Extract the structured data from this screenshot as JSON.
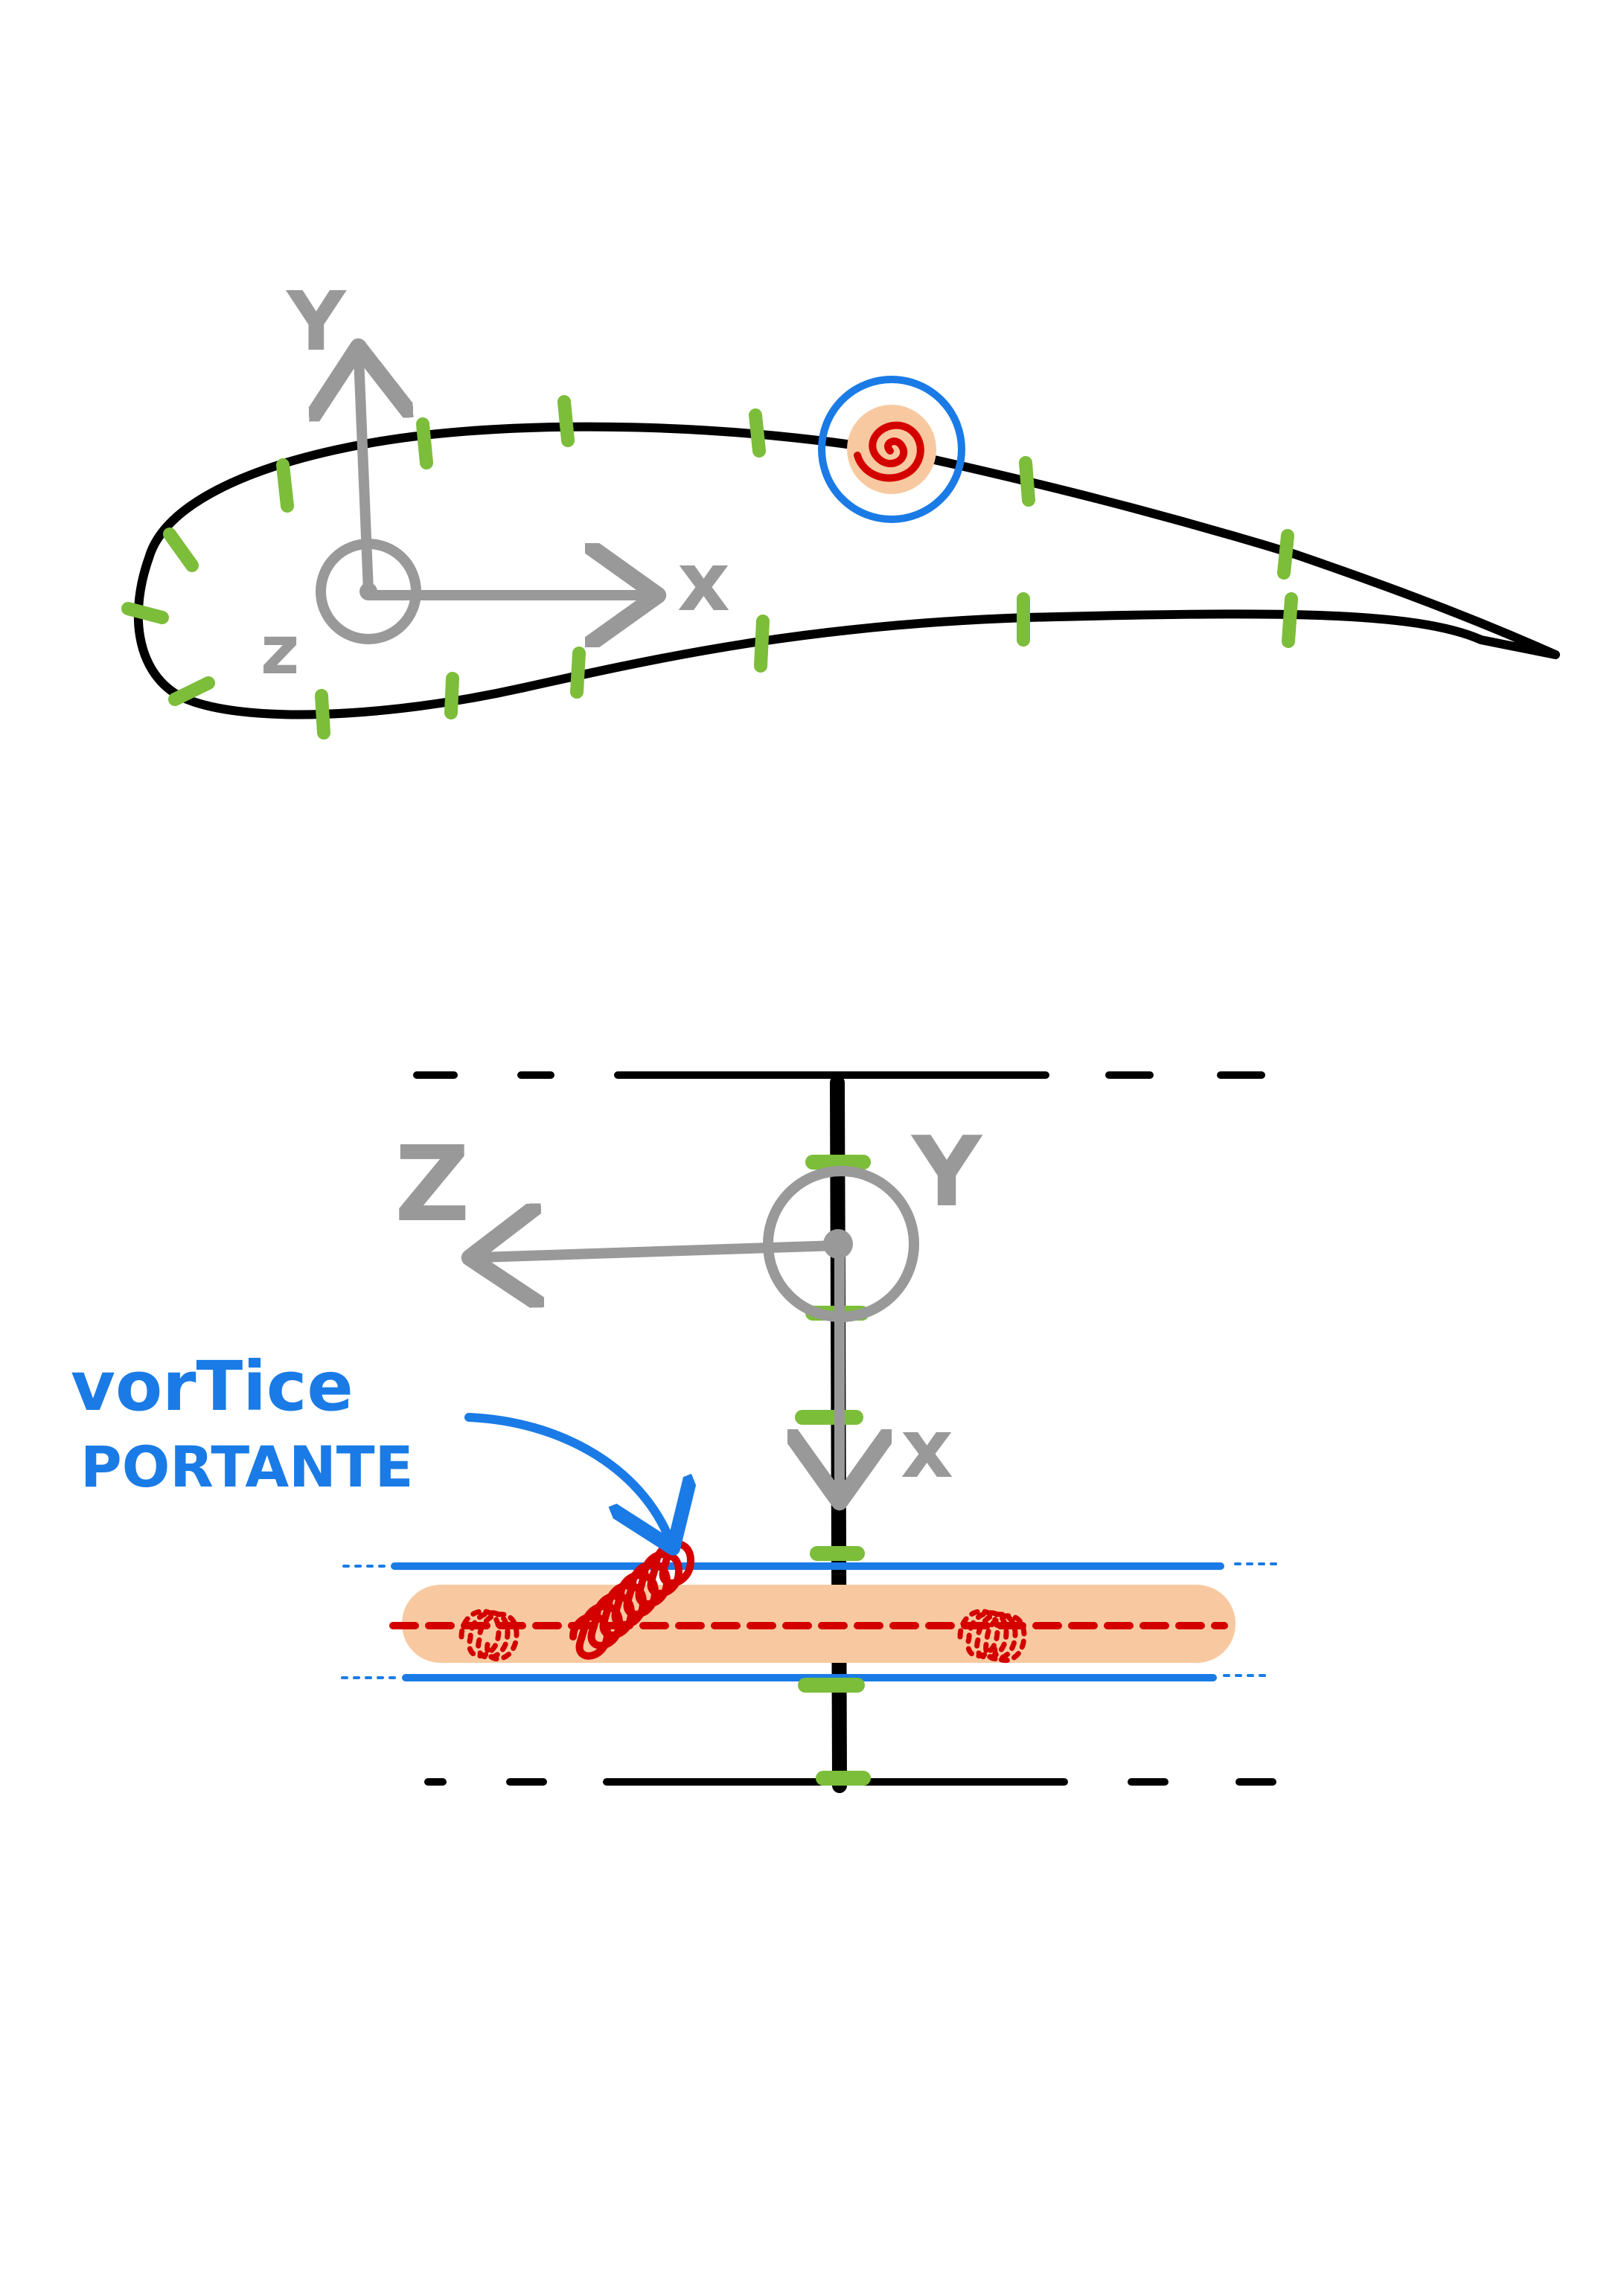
{
  "colors": {
    "outline": "#000000",
    "axis": "#999999",
    "panel_mark": "#7cbd3a",
    "vortex": "#d40000",
    "vortex_halo": "#f8c9a0",
    "control_ring": "#1a7be6"
  },
  "top_view": {
    "axis_y": "Y",
    "axis_x": "x",
    "axis_z": "z"
  },
  "front_view": {
    "axis_z": "Z",
    "axis_y": "Y",
    "axis_x": "x",
    "annotation_line1": "vorTice",
    "annotation_line2": "PORTANTE"
  }
}
